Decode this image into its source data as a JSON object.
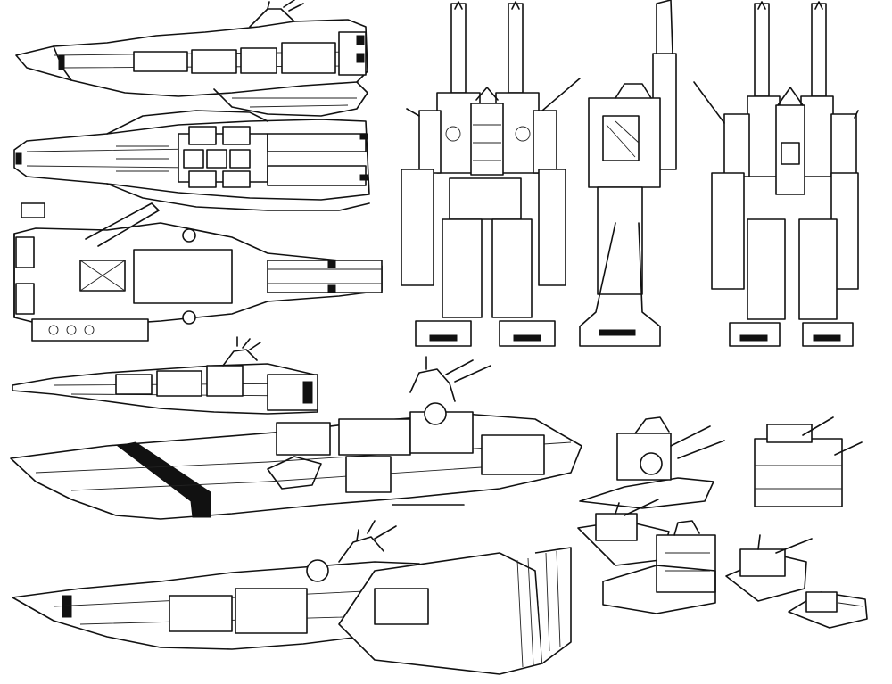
{
  "sheet": {
    "background": "#ffffff",
    "ink": "#111111",
    "style": "black line-art mechanical design sheet",
    "panels": [
      {
        "key": "ship_side_view",
        "kind": "ship",
        "view": "side"
      },
      {
        "key": "ship_top_view",
        "kind": "ship",
        "view": "top"
      },
      {
        "key": "ship_bottom_view",
        "kind": "ship",
        "view": "bottom"
      },
      {
        "key": "robot_front_view",
        "kind": "robot",
        "view": "front"
      },
      {
        "key": "robot_side_view",
        "kind": "robot",
        "view": "side"
      },
      {
        "key": "robot_back_view",
        "kind": "robot",
        "view": "back"
      },
      {
        "key": "ship_small_perspective",
        "kind": "ship",
        "view": "perspective"
      },
      {
        "key": "ship_large_perspective_upper",
        "kind": "ship",
        "view": "perspective"
      },
      {
        "key": "ship_large_perspective_lower",
        "kind": "ship",
        "view": "perspective"
      },
      {
        "key": "bridge_tower_details",
        "kind": "detail",
        "view": "multiple"
      }
    ]
  }
}
